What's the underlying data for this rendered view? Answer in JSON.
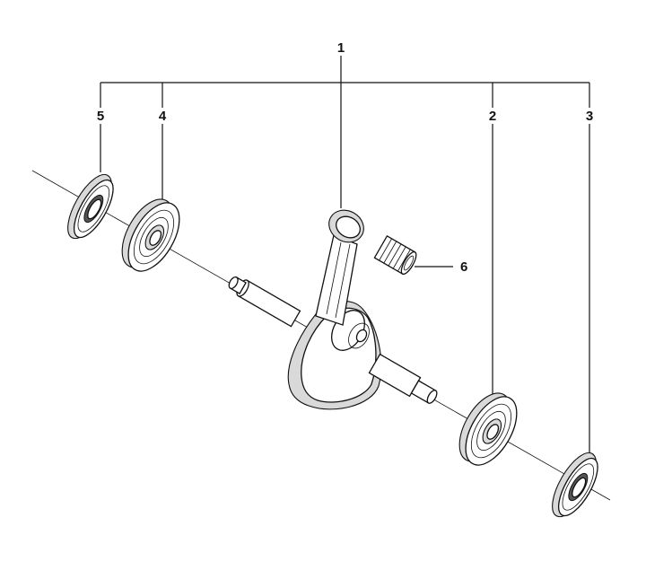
{
  "callouts": {
    "c1": "1",
    "c2": "2",
    "c3": "3",
    "c4": "4",
    "c5": "5",
    "c6": "6"
  },
  "colors": {
    "line": "#111111",
    "fill": "#ffffff",
    "shade": "#d9d9d9"
  }
}
